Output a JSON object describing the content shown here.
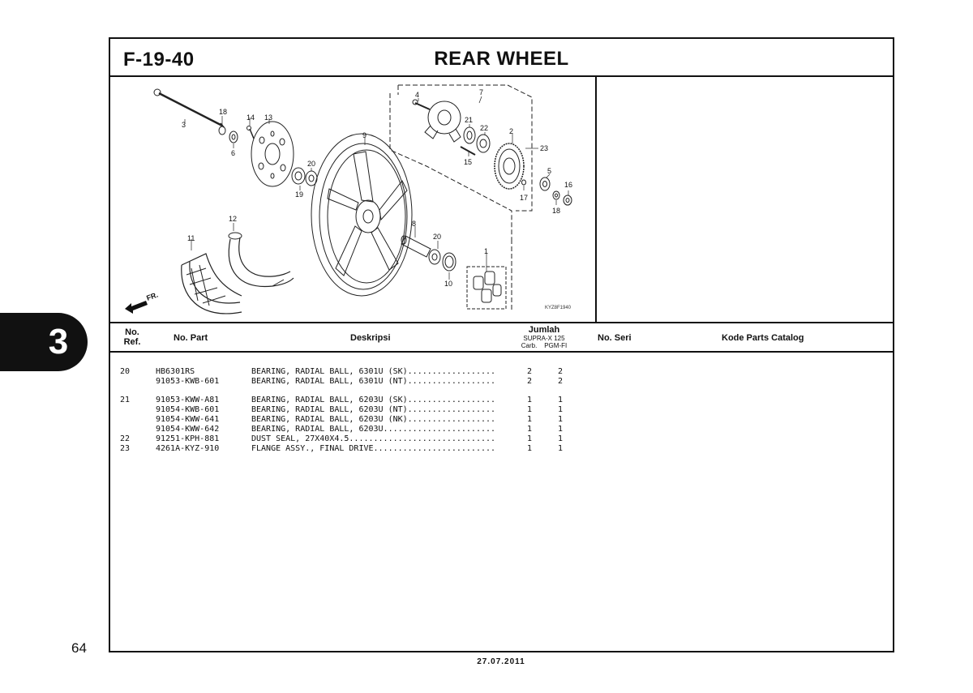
{
  "section": {
    "code": "F-19-40",
    "title": "REAR WHEEL"
  },
  "chapter_tab": "3",
  "page_number": "64",
  "date": "27.07.2011",
  "diagram": {
    "code": "KYZ8F1940",
    "direction_label": "FR.",
    "callouts": {
      "c1": "1",
      "c2": "2",
      "c3": "3",
      "c4": "4",
      "c5": "5",
      "c6": "6",
      "c7": "7",
      "c8": "8",
      "c9": "9",
      "c10": "10",
      "c11": "11",
      "c12": "12",
      "c13": "13",
      "c14": "14",
      "c15": "15",
      "c16": "16",
      "c17": "17",
      "c18a": "18",
      "c18b": "18",
      "c19": "19",
      "c20a": "20",
      "c20b": "20",
      "c21": "21",
      "c22": "22",
      "c23": "23"
    }
  },
  "table": {
    "headers": {
      "no_ref_1": "No.",
      "no_ref_2": "Ref.",
      "no_part": "No. Part",
      "deskripsi": "Deskripsi",
      "jumlah": "Jumlah",
      "model": "SUPRA-X 125",
      "variant_1": "Carb.",
      "variant_2": "PGM-FI",
      "no_seri": "No. Seri",
      "kode_parts_catalog": "Kode Parts Catalog"
    },
    "rows": [
      {
        "ref": "20",
        "part": "HB6301RS",
        "desc": "BEARING, RADIAL BALL, 6301U (SK)..................",
        "q1": "2",
        "q2": "2"
      },
      {
        "ref": "",
        "part": "91053-KWB-601",
        "desc": "BEARING, RADIAL BALL, 6301U (NT)..................",
        "q1": "2",
        "q2": "2"
      },
      {
        "ref": "21",
        "part": "91053-KWW-A81",
        "desc": "BEARING, RADIAL BALL, 6203U (SK)..................",
        "q1": "1",
        "q2": "1"
      },
      {
        "ref": "",
        "part": "91054-KWB-601",
        "desc": "BEARING, RADIAL BALL, 6203U (NT)..................",
        "q1": "1",
        "q2": "1"
      },
      {
        "ref": "",
        "part": "91054-KWW-641",
        "desc": "BEARING, RADIAL BALL, 6203U (NK)..................",
        "q1": "1",
        "q2": "1"
      },
      {
        "ref": "",
        "part": "91054-KWW-642",
        "desc": "BEARING, RADIAL BALL, 6203U.......................",
        "q1": "1",
        "q2": "1"
      },
      {
        "ref": "22",
        "part": "91251-KPH-881",
        "desc": "DUST SEAL, 27X40X4.5..............................",
        "q1": "1",
        "q2": "1"
      },
      {
        "ref": "23",
        "part": "4261A-KYZ-910",
        "desc": "FLANGE ASSY., FINAL DRIVE.........................",
        "q1": "1",
        "q2": "1"
      }
    ]
  }
}
